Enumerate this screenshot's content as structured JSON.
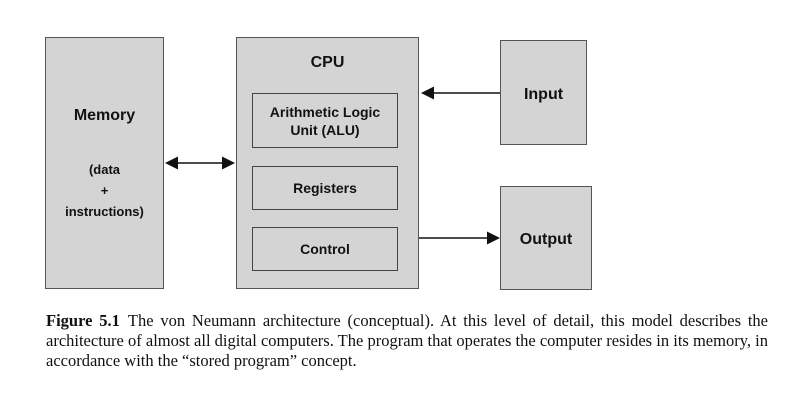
{
  "memory": {
    "title": "Memory",
    "line1": "(data",
    "line2": "+",
    "line3": "instructions)"
  },
  "cpu": {
    "title": "CPU",
    "alu_line1": "Arithmetic Logic",
    "alu_line2": "Unit (ALU)",
    "registers": "Registers",
    "control": "Control"
  },
  "input": {
    "title": "Input"
  },
  "output": {
    "title": "Output"
  },
  "caption": {
    "figure_label": "Figure 5.1",
    "text": "The von Neumann architecture (conceptual). At this level of detail, this model describes the architecture of almost all digital computers. The program that operates the computer resides in its memory, in accordance with the “stored program” concept."
  },
  "colors": {
    "box_fill": "#d4d4d4",
    "box_border": "#555555",
    "arrow": "#111111"
  }
}
